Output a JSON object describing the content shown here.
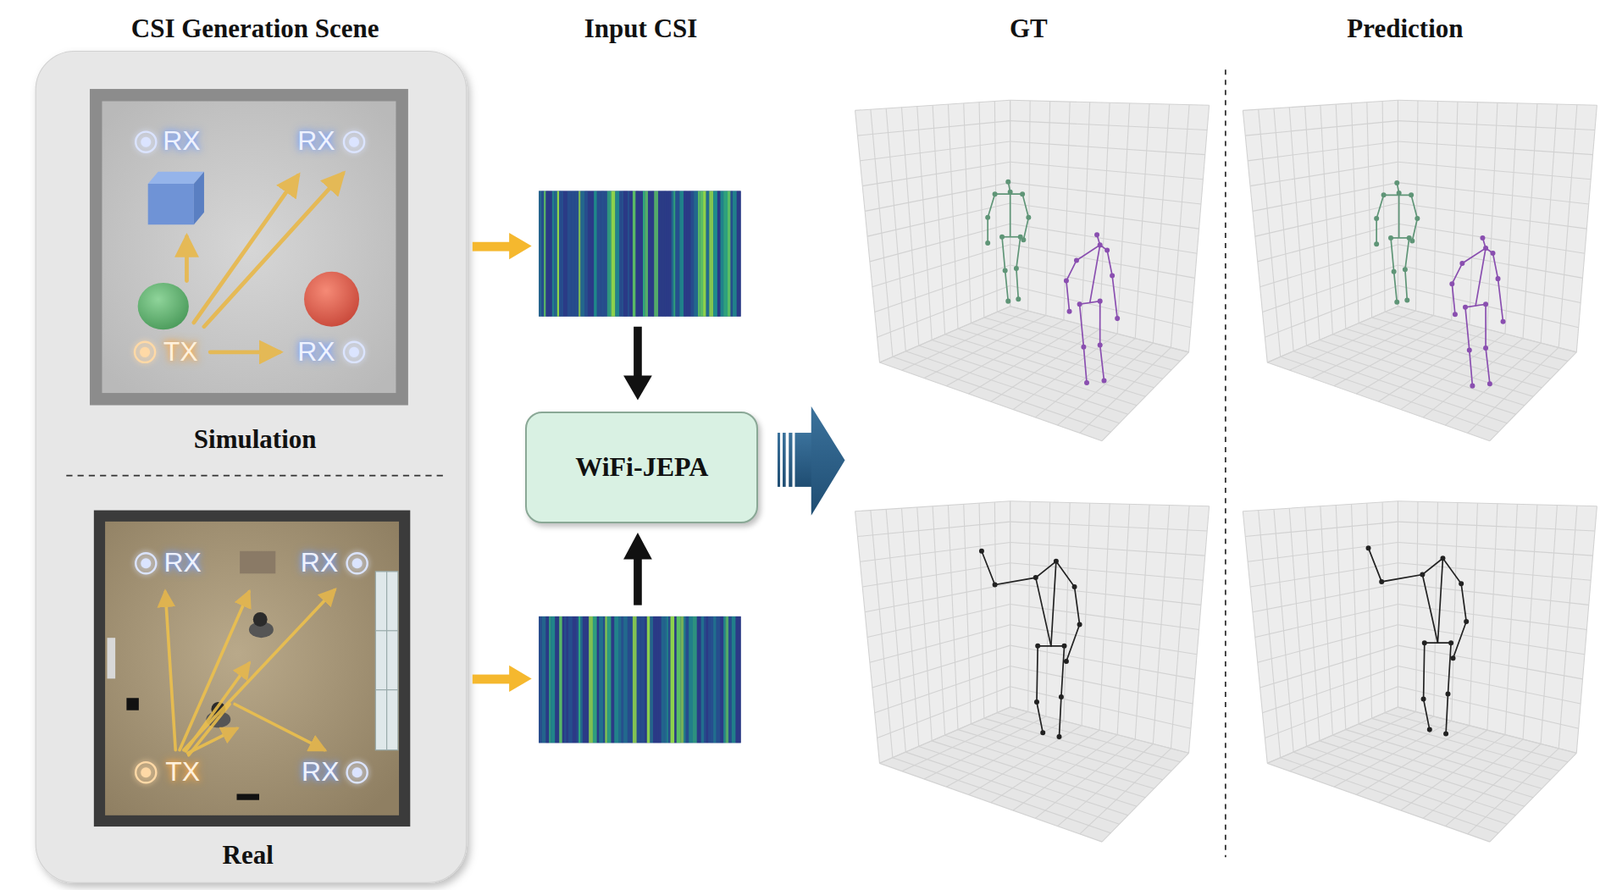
{
  "diagram": {
    "nodes": [
      {
        "text": [
          "WiFi-JEPA"
        ]
      }
    ],
    "edges": [],
    "labels": [
      "CSI Generation Scene",
      "Input CSI",
      "GT",
      "Prediction",
      "RX",
      "RX",
      "TX",
      "RX",
      "Simulation",
      "RX",
      "RX",
      "TX",
      "RX",
      "Real"
    ]
  }
}
